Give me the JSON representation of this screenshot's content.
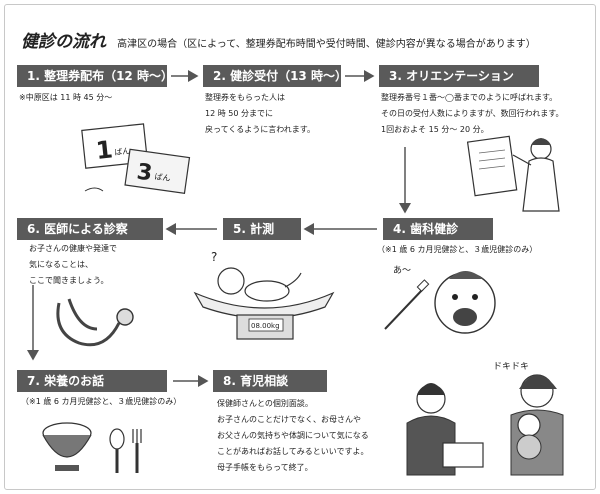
{
  "header": {
    "title": "健診の流れ",
    "subtitle": "高津区の場合（区によって、整理券配布時間や受付時間、健診内容が異なる場合があります）"
  },
  "steps": [
    {
      "label": "1. 整理券配布（12 時〜）",
      "note": "※中原区は 11 時 45 分〜"
    },
    {
      "label": "2. 健診受付（13 時〜）",
      "note": "整理券をもらった人は\n12 時 50 分までに\n戻ってくるように言われます。"
    },
    {
      "label": "3. オリエンテーション",
      "note": "整理券番号１番〜◯番までのように呼ばれます。\nその日の受付人数によりますが、数回行われます。\n1回おおよそ 15 分〜 20 分。"
    },
    {
      "label": "4. 歯科健診",
      "note": "（※1 歳 6 カ月児健診と、３歳児健診のみ）"
    },
    {
      "label": "5. 計測",
      "note": ""
    },
    {
      "label": "6. 医師による診察",
      "note": "お子さんの健康や発達で\n気になることは、\nここで聞きましょう。"
    },
    {
      "label": "7. 栄養のお話",
      "note": "（※1 歳 6 カ月児健診と、３歳児健診のみ）"
    },
    {
      "label": "8. 育児相談",
      "note": "保健師さんとの個別面談。\nお子さんのことだけでなく、お母さんや\nお父さんの気持ちや体調について気になる\nことがあればお話してみるといいですよ。\n母子手帳をもらって終了。"
    }
  ],
  "illustration_text": {
    "ticket1": "1",
    "ticket1_suffix": "ばん",
    "ticket3": "3",
    "ticket3_suffix": "ばん",
    "baby_sound": "あ〜",
    "question": "?",
    "scale_reading": "08.00kg",
    "doki": "ドキドキ"
  },
  "colors": {
    "step_bg": "#5a5a5a",
    "step_text": "#ffffff",
    "arrow": "#555555"
  }
}
